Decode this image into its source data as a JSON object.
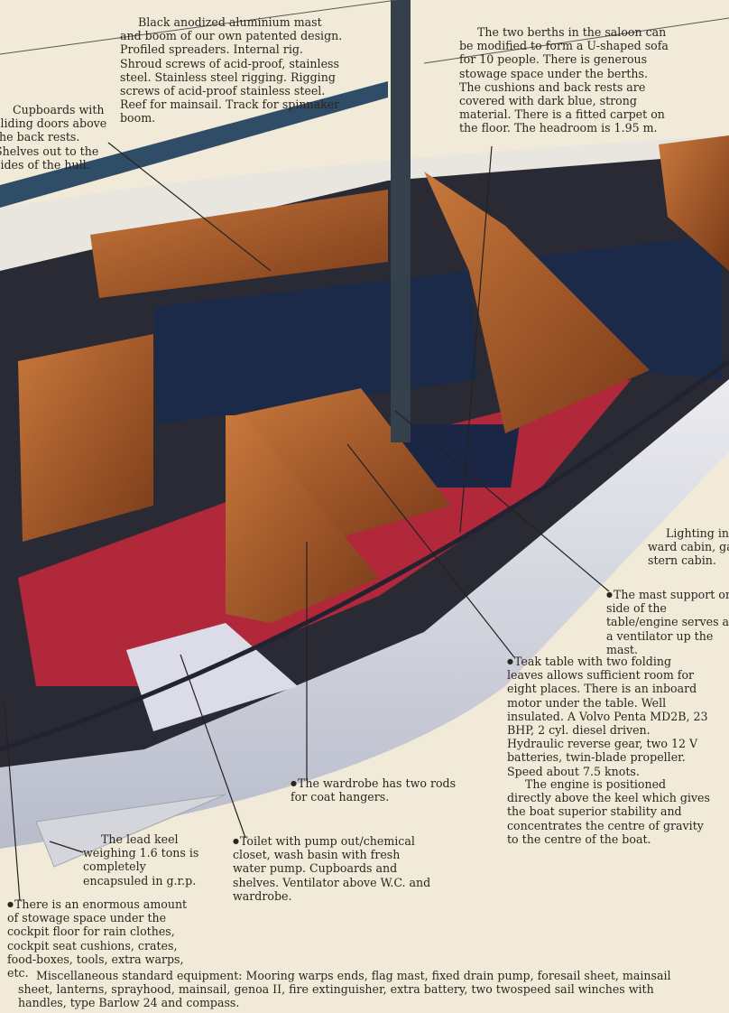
{
  "captions": {
    "mast": "Black anodized aluminium mast and boom of our own patented design. Profiled spreaders. Internal rig. Shroud screws of acid-proof, stainless steel. Stainless steel rigging. Rigging screws of acid-proof stainless steel. Reef for mainsail. Track for spinnaker boom.",
    "cupboards": "Cupboards with sliding doors above the back rests. Shelves out to the sides of the hull.",
    "berths": "The two berths in the saloon can be modified to form a U-shaped sofa for 10 people. There is generous stowage space under the berths. The cushions and back rests are covered with dark blue, strong material. There is a fitted carpet on the floor. The headroom is 1.95 m.",
    "lighting": "Lighting in ward cabin, ga stern cabin.",
    "mast_support": "The mast support on side of the table/engine serves as a ventilator up the mast.",
    "teak_table": "Teak table with two folding leaves allows sufficient room for eight places. There is an inboard motor under the table. Well insulated. A Volvo Penta MD2B, 23 BHP, 2 cyl. diesel driven. Hydraulic reverse gear, two 12 V batteries, twin-blade propeller. Speed about 7.5 knots.",
    "engine": "The engine is positioned directly above the keel which gives the boat superior stability and concentrates the centre of gravity to the centre of the boat.",
    "wardrobe": "The wardrobe has two rods for coat hangers.",
    "keel": "The lead keel weighing 1.6 tons is completely encapsuled in g.r.p.",
    "toilet": "Toilet with pump out/chemical closet, wash basin with fresh water pump. Cupboards and shelves. Ventilator above W.C. and wardrobe.",
    "stowage": "There is an enormous amount of stowage space under the cockpit floor for rain clothes, cockpit seat cushions, crates, food-boxes, tools, extra warps, etc.",
    "misc": "Miscellaneous standard equipment: Mooring warps ends, flag mast, fixed drain pump, foresail sheet, mainsail sheet, lanterns, sprayhood, mainsail, genoa II, fire extinguisher, extra battery, two twospeed sail winches with handles, type Barlow 24 and compass."
  },
  "colors": {
    "paper": "#f2ead9",
    "teak": "#a0572a",
    "upholstery": "#1c2a4a",
    "carpet": "#b0283a",
    "hull": "#e8e8ec"
  }
}
